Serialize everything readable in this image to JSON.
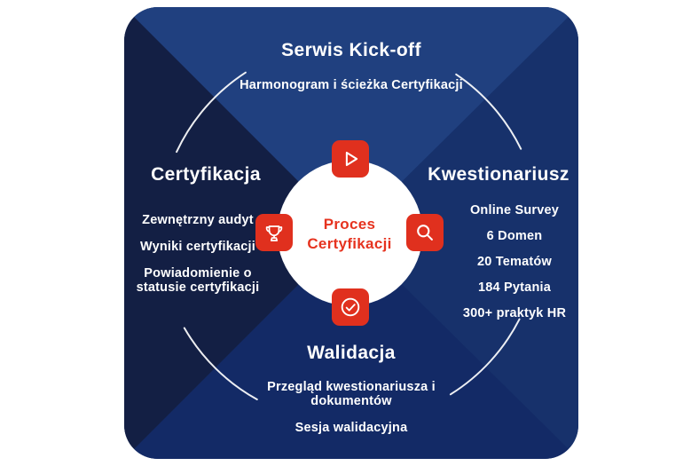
{
  "colors": {
    "accent_red": "#e0301e",
    "hub_text_red": "#e6331f",
    "triangle_top": "#20407f",
    "triangle_right": "#17316b",
    "triangle_bottom": "#132a66",
    "triangle_left": "#131f44",
    "arc_white": "#ffffff",
    "hub_fill": "#ffffff",
    "text_white": "#ffffff"
  },
  "center": {
    "title_line1": "Proces",
    "title_line2": "Certyfikacji"
  },
  "icon_names": [
    "play-icon",
    "trophy-icon",
    "search-icon",
    "check-icon"
  ],
  "sections": {
    "top": {
      "title": "Serwis Kick-off",
      "items": [
        "Harmonogram i ścieżka Certyfikacji"
      ]
    },
    "right": {
      "title": "Kwestionariusz",
      "items": [
        "Online Survey",
        "6 Domen",
        "20 Tematów",
        "184 Pytania",
        "300+ praktyk HR"
      ]
    },
    "left": {
      "title": "Certyfikacja",
      "items": [
        "Zewnętrzny audyt",
        "Wyniki certyfikacji",
        "Powiadomienie o statusie certyfikacji"
      ]
    },
    "bottom": {
      "title": "Walidacja",
      "items": [
        "Przegląd kwestionariusza i dokumentów",
        "Sesja walidacyjna"
      ]
    }
  }
}
